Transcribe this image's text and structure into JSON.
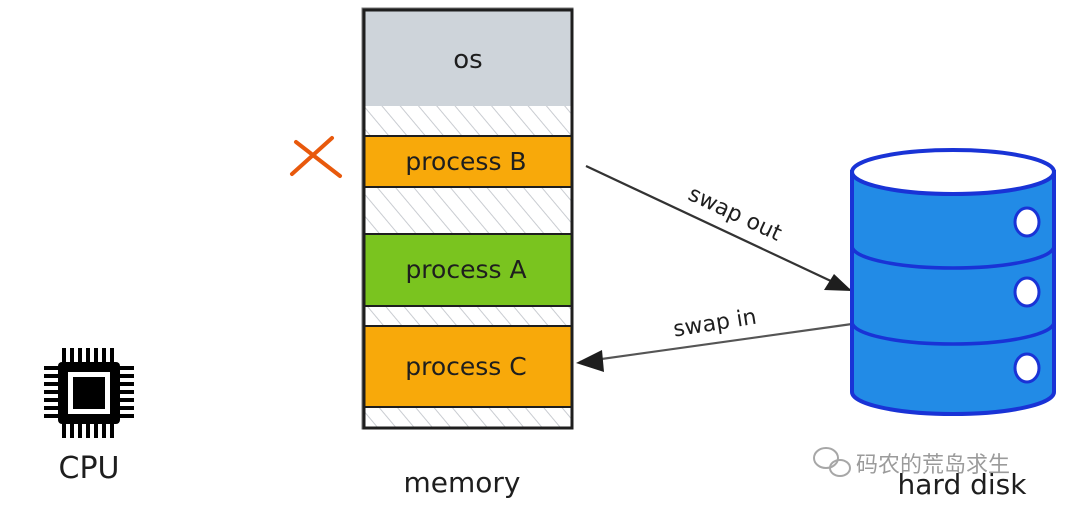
{
  "memory": {
    "label": "memory",
    "blocks": [
      {
        "label": "os",
        "fill": "#ced4da"
      },
      {
        "label": "process B",
        "fill": "#f8a90a"
      },
      {
        "label": "process A",
        "fill": "#7ac41f"
      },
      {
        "label": "process C",
        "fill": "#f8a90a"
      }
    ]
  },
  "cpu": {
    "label": "CPU",
    "icon": "cpu-chip-icon"
  },
  "disk": {
    "label": "hard disk",
    "icon": "database-cylinder-icon",
    "fill": "#228be6",
    "stroke": "#1933d6"
  },
  "arrows": {
    "swap_out": "swap out",
    "swap_in": "swap in"
  },
  "marker": {
    "icon": "cross-icon",
    "color": "#e8590c"
  },
  "watermark": {
    "text": "码农的荒岛求生",
    "icon": "wechat-icon"
  },
  "colors": {
    "hatch": "#c9ccd1",
    "ink": "#1e1e1e",
    "arrow": "#444444"
  }
}
